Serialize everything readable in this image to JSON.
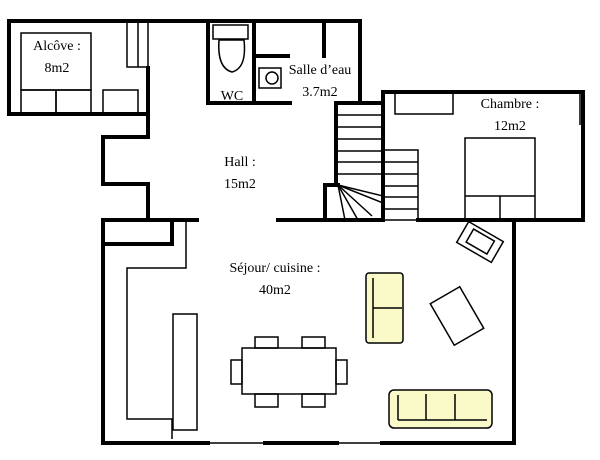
{
  "rooms": {
    "alcove": {
      "name": "Alcôve :",
      "area": "8m2"
    },
    "wc": {
      "name": "WC"
    },
    "salle_eau": {
      "name": "Salle d’eau",
      "area": "3.7m2"
    },
    "chambre": {
      "name": "Chambre :",
      "area": "12m2"
    },
    "hall": {
      "name": "Hall :",
      "area": "15m2"
    },
    "sejour": {
      "name": "Séjour/ cuisine :",
      "area": "40m2"
    }
  },
  "colors": {
    "furniture": "#fafac8",
    "wall": "#000000"
  }
}
